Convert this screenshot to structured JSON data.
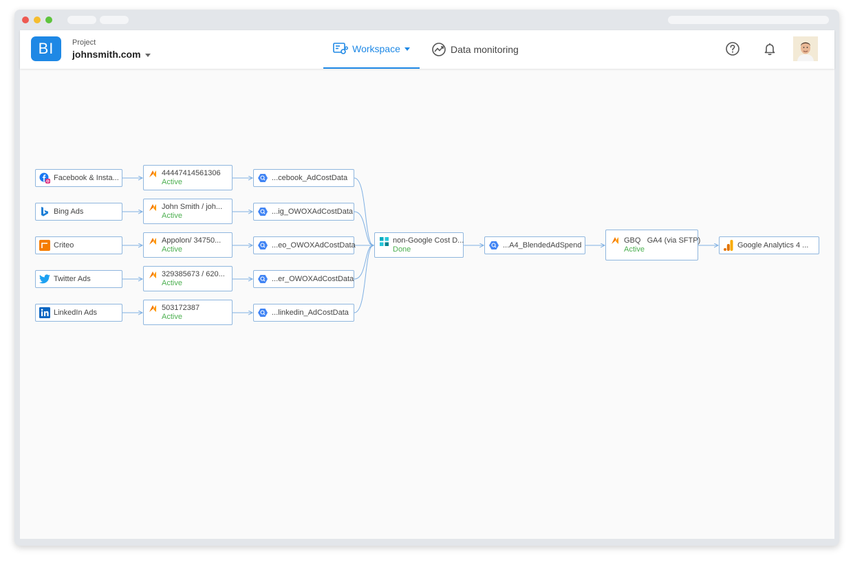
{
  "header": {
    "logo_text": "BI",
    "project_label": "Project",
    "project_name": "johnsmith.com",
    "tabs": [
      {
        "label": "Workspace",
        "active": true
      },
      {
        "label": "Data monitoring",
        "active": false
      }
    ],
    "icons": [
      "help-circle-icon",
      "bell-icon",
      "avatar"
    ]
  },
  "colors": {
    "accent": "#1e88e5",
    "status_green": "#4caf50",
    "node_border": "#8fb6de",
    "edge": "#7fb0e3"
  },
  "pipeline": {
    "sources": [
      {
        "label": "Facebook & Insta...",
        "icon": "facebook-instagram-icon"
      },
      {
        "label": "Bing Ads",
        "icon": "bing-icon"
      },
      {
        "label": "Criteo",
        "icon": "criteo-icon"
      },
      {
        "label": "Twitter Ads",
        "icon": "twitter-icon"
      },
      {
        "label": "LinkedIn Ads",
        "icon": "linkedin-icon"
      }
    ],
    "connectors": [
      {
        "label": "44447414561306",
        "status": "Active"
      },
      {
        "label": "John Smith / joh...",
        "status": "Active"
      },
      {
        "label": "Appolon/ 34750...",
        "status": "Active"
      },
      {
        "label": "329385673 / 620...",
        "status": "Active"
      },
      {
        "label": "503172387",
        "status": "Active"
      }
    ],
    "tables": [
      {
        "label": "...cebook_AdCostData"
      },
      {
        "label": "...ig_OWOXAdCostData"
      },
      {
        "label": "...eo_OWOXAdCostData"
      },
      {
        "label": "...er_OWOXAdCostData"
      },
      {
        "label": "...linkedin_AdCostData"
      }
    ],
    "blend": {
      "label": "non-Google Cost D...",
      "status": "Done"
    },
    "blended_table": {
      "label": "...A4_BlendedAdSpend"
    },
    "export": {
      "label": "GBQ   GA4 (via SFTP)",
      "status": "Active"
    },
    "destination": {
      "label": "Google Analytics 4 ..."
    }
  }
}
